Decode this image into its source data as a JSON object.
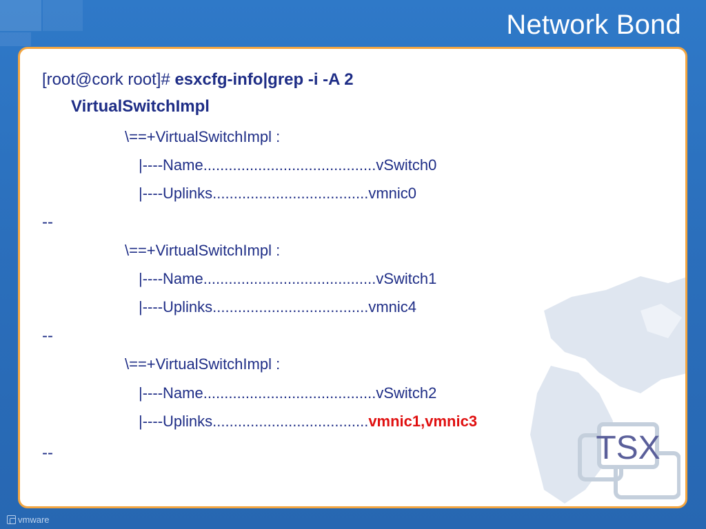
{
  "slide": {
    "title": "Network Bond",
    "footer_logo_text": "vmware",
    "watermark_text": "TSX"
  },
  "terminal": {
    "prompt": "[root@cork root]# ",
    "command": "esxcfg-info|grep -i -A 2",
    "command_cont": "VirtualSwitchImpl",
    "blocks": [
      {
        "header": "\\==+VirtualSwitchImpl :",
        "name_prefix": "|----Name.........................................",
        "name_value": "vSwitch0",
        "uplinks_prefix": "|----Uplinks.....................................",
        "uplinks_value": "vmnic0"
      },
      {
        "header": "\\==+VirtualSwitchImpl :",
        "name_prefix": "|----Name.........................................",
        "name_value": "vSwitch1",
        "uplinks_prefix": "|----Uplinks.....................................",
        "uplinks_value": "vmnic4"
      },
      {
        "header": "\\==+VirtualSwitchImpl :",
        "name_prefix": "|----Name.........................................",
        "name_value": "vSwitch2",
        "uplinks_prefix": "|----Uplinks.....................................",
        "uplinks_value": "vmnic1,vmnic3"
      }
    ],
    "separator": "--"
  },
  "colors": {
    "text": "#1e2d86",
    "highlight": "#e01010",
    "frame_border": "#f3a540",
    "background": "#2b6fbc"
  }
}
